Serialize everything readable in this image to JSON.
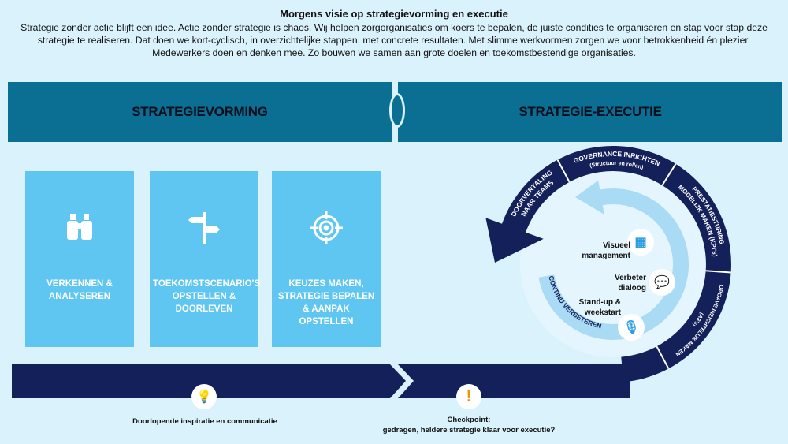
{
  "title": "Morgens visie op strategievorming en executie",
  "intro": "Strategie zonder actie blijft een idee. Actie zonder strategie is chaos. Wij helpen zorgorganisaties om koers te bepalen, de juiste condities te organiseren en stap voor stap deze strategie te realiseren. Dat doen we kort-cyclisch, in overzichtelijke stappen, met concrete resultaten. Met slimme werkvormen zorgen we voor betrokkenheid én plezier. Medewerkers doen en denken mee. Zo bouwen we samen aan grote doelen en toekomstbestendige organisaties.",
  "bands": {
    "left": "STRATEGIEVORMING",
    "right": "STRATEGIE-EXECUTIE"
  },
  "cards": [
    {
      "icon": "binoculars-icon",
      "label": "VERKENNEN & ANALYSEREN"
    },
    {
      "icon": "signpost-icon",
      "label": "TOEKOMSTSCENARIO'S OPSTELLEN & DOORLEVEN"
    },
    {
      "icon": "target-icon",
      "label": "KEUZES MAKEN, STRATEGIE BEPALEN & AANPAK OPSTELLEN"
    }
  ],
  "cycle": {
    "seg1": [
      "DOORVERTALING",
      "NAAR TEAMS"
    ],
    "seg2": [
      "GOVERNANCE INRICHTEN",
      "(Structuur en rollen)"
    ],
    "seg3": [
      "PRESTATIESTURING",
      "MOGELIJK MAKEN (KPI's)"
    ],
    "seg4": [
      "OPGAVE INZICHTELIJK MAKEN",
      "(A3's)"
    ],
    "inner_label": "CONTINU VERBETEREN",
    "items": [
      {
        "icon": "map-icon",
        "label1": "Visueel",
        "label2": "management"
      },
      {
        "icon": "chat-icon",
        "label1": "Verbeter",
        "label2": "dialoog"
      },
      {
        "icon": "microphone-icon",
        "label1": "Stand-up &",
        "label2": "weekstart"
      }
    ]
  },
  "bottom": {
    "left_caption": "Doorlopende inspiratie en communicatie",
    "right_caption1": "Checkpoint:",
    "right_caption2": "gedragen, heldere strategie klaar voor executie?",
    "checkpoint_symbol": "!"
  },
  "colors": {
    "band": "#0b6f94",
    "card": "#5ec6f0",
    "navy": "#13205a",
    "light": "#a9dcf4"
  }
}
